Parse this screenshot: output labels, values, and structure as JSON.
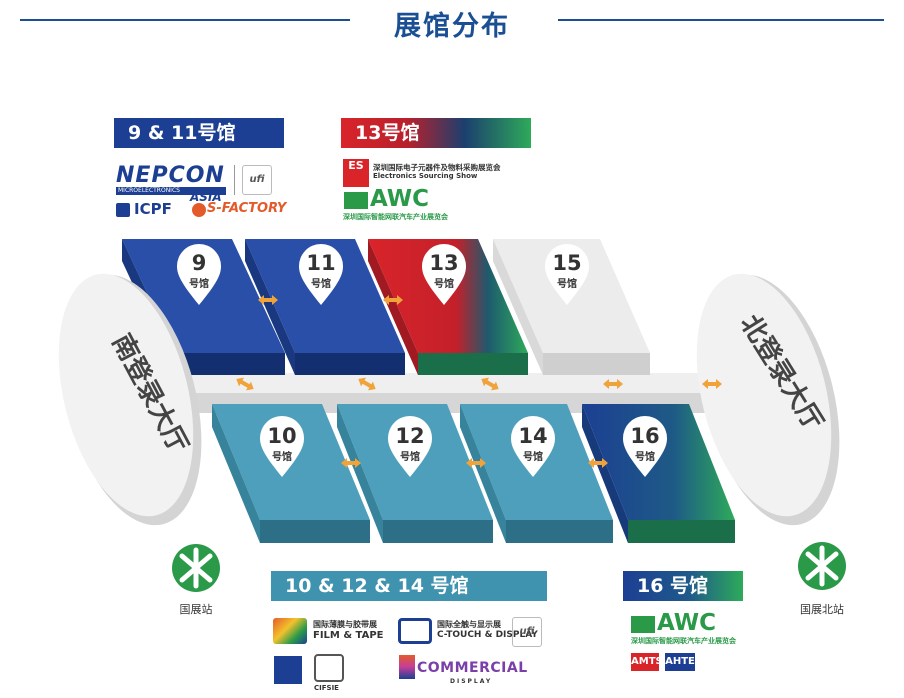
{
  "page_title": "展馆分布",
  "labels": {
    "h9_11": "9 & 11号馆",
    "h13": "13号馆",
    "h10_12_14": "10 & 12 & 14 号馆",
    "h16": "16 号馆"
  },
  "halls": {
    "h9": {
      "num": "9",
      "sub": "号馆"
    },
    "h11": {
      "num": "11",
      "sub": "号馆"
    },
    "h13": {
      "num": "13",
      "sub": "号馆"
    },
    "h15": {
      "num": "15",
      "sub": "号馆"
    },
    "h10": {
      "num": "10",
      "sub": "号馆"
    },
    "h12": {
      "num": "12",
      "sub": "号馆"
    },
    "h14": {
      "num": "14",
      "sub": "号馆"
    },
    "h16": {
      "num": "16",
      "sub": "号馆"
    }
  },
  "lobbies": {
    "south": "南登录大厅",
    "north": "北登录大厅"
  },
  "stations": {
    "west": "国展站",
    "east": "国展北站"
  },
  "logos": {
    "nepcon": "NEPCON",
    "nepcon_asia": "ASIA",
    "nepcon_sub": "MICROELECTRONICS",
    "icpf": "ICPF",
    "sfactory": "S-FACTORY",
    "es_line1": "深圳国际电子元器件及物料采购展览会",
    "es_line2": "Electronics Sourcing Show",
    "awc": "AWC",
    "awc_sub": "深圳国际智能网联汽车产业展览会",
    "film_cn": "国际薄膜与胶带展",
    "film_en": "FILM & TAPE",
    "ctouch_cn": "国际全触与显示展",
    "ctouch_en": "C-TOUCH & DISPLAY",
    "commercial": "COMMERCIAL",
    "commercial_sub": "DISPLAY",
    "cifsie": "CIFSIE",
    "amts": "AMTS",
    "ahte": "AHTE",
    "ufi": "ufi"
  },
  "colors": {
    "title": "#1a4f93",
    "blue_dark": "#1c3f93",
    "teal": "#3f93ae",
    "red": "#d9242a",
    "green": "#2eaa5a",
    "gray": "#e4e4e4"
  }
}
